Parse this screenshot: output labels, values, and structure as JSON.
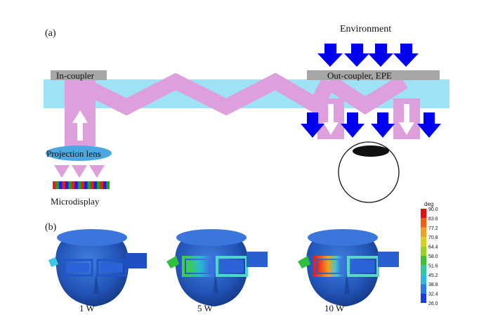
{
  "panel_a": {
    "label": "(a)",
    "environment": "Environment",
    "in_coupler": "In-coupler",
    "out_coupler": "Out-coupler, EPE",
    "projection_lens": "Projection lens",
    "microdisplay": "Microdisplay"
  },
  "panel_b": {
    "label": "(b)",
    "heads": [
      {
        "power": "1 W"
      },
      {
        "power": "5 W"
      },
      {
        "power": "10 W"
      }
    ]
  },
  "colorbar": {
    "unit": "deg",
    "ticks": [
      "90.0",
      "83.6",
      "77.2",
      "70.8",
      "64.4",
      "58.0",
      "51.6",
      "45.2",
      "38.8",
      "32.4",
      "26.0"
    ]
  },
  "colors": {
    "waveguide": "#9ee3f5",
    "light": "#dda0dd",
    "arrow": "#0000ee",
    "coupler": "#a6a6a6",
    "lens": "#4aa7e0",
    "head": "#2a62c8"
  }
}
